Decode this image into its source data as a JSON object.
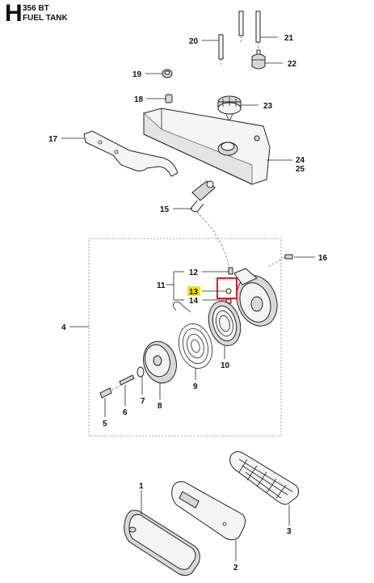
{
  "header": {
    "section_letter": "H",
    "model": "356 BT",
    "title": "FUEL TANK"
  },
  "highlight": {
    "highlighted_label": "13",
    "label_color": "#f5e400",
    "box_color": "#e02020"
  },
  "callouts": {
    "c1": "1",
    "c2": "2",
    "c3": "3",
    "c4": "4",
    "c5": "5",
    "c6": "6",
    "c7": "7",
    "c8": "8",
    "c9": "9",
    "c10": "10",
    "c11": "11",
    "c12": "12",
    "c13": "13",
    "c14": "14",
    "c15": "15",
    "c16": "16",
    "c17": "17",
    "c18": "18",
    "c19": "19",
    "c20": "20",
    "c21": "21",
    "c22": "22",
    "c23": "23",
    "c24": "24",
    "c25": "25"
  }
}
